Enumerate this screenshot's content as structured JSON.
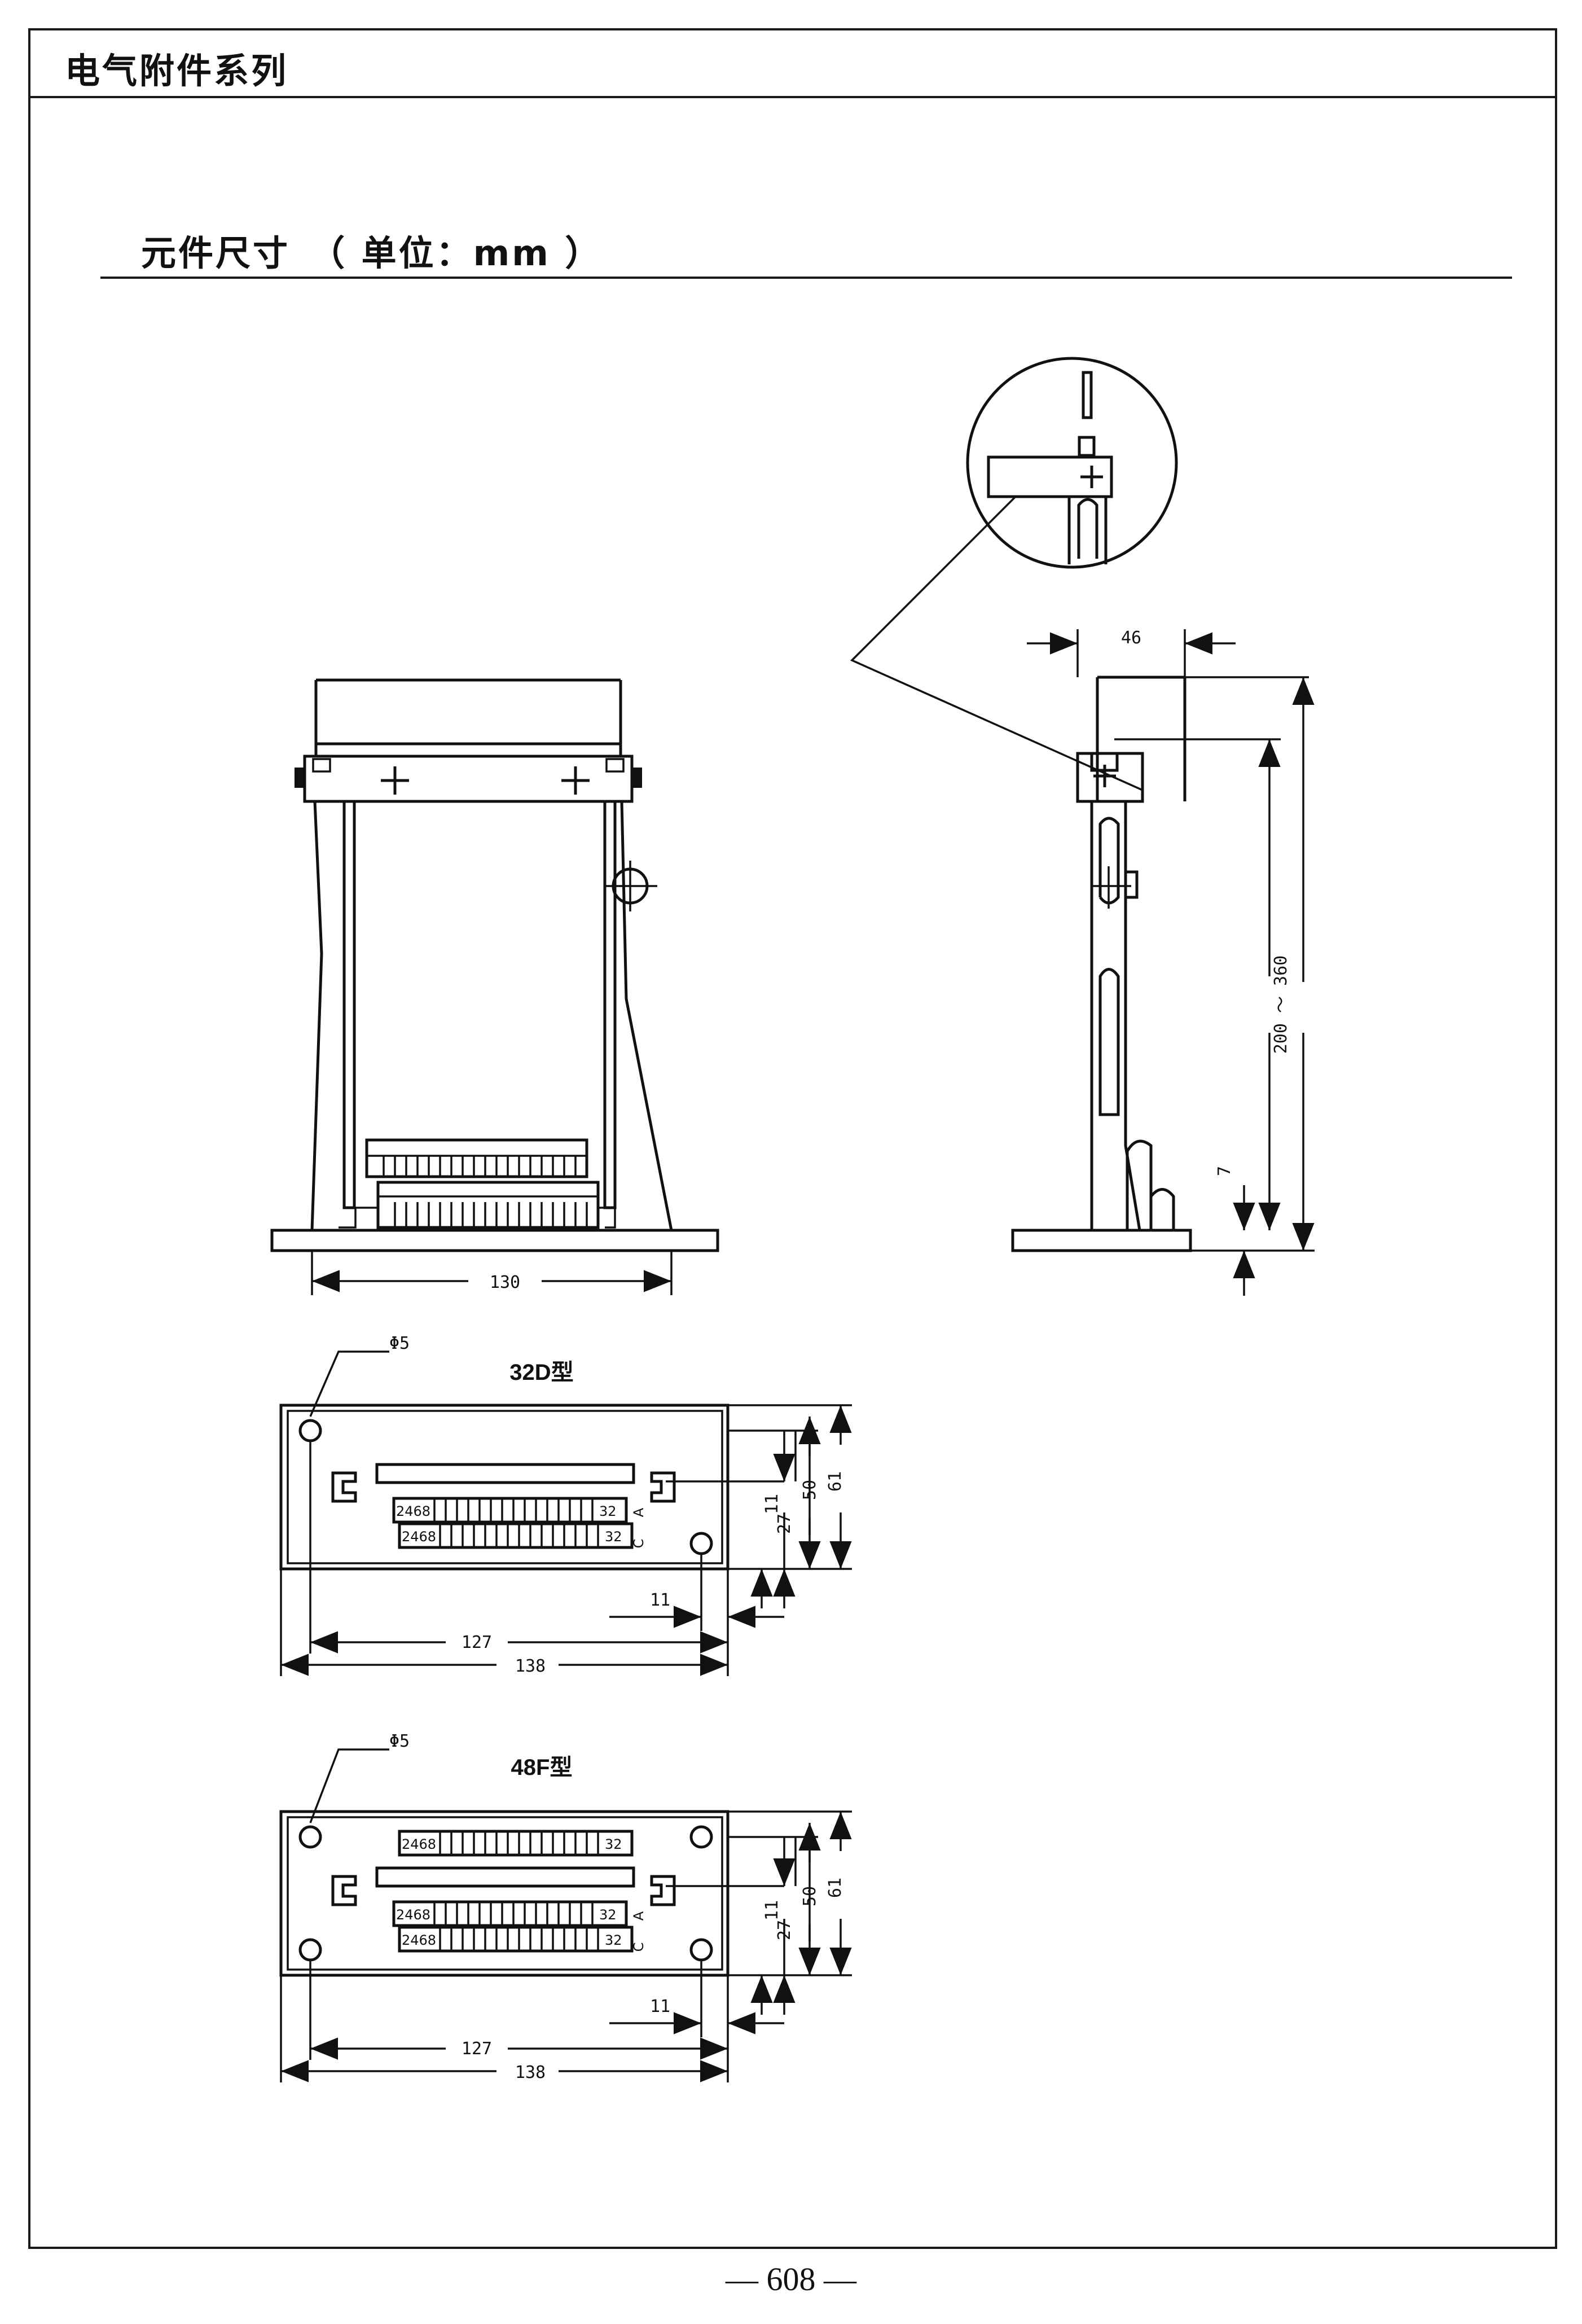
{
  "header": {
    "series_title": "电气附件系列"
  },
  "section": {
    "title": "元件尺寸　（ 单位：mm ）"
  },
  "front_view": {
    "width_dim": "130"
  },
  "side_view": {
    "top_width_dim": "46",
    "height_dim": "200 ～ 360",
    "bottom_dim": "7"
  },
  "panel_32d": {
    "model": "32D型",
    "hole_dim": "Φ5",
    "terminal_start": "2468",
    "terminal_end": "32",
    "row_label_a": "A",
    "row_label_c": "C",
    "dim_11_h": "11",
    "dim_127": "127",
    "dim_138": "138",
    "dim_11_v": "11",
    "dim_27": "27",
    "dim_50": "50",
    "dim_61": "61"
  },
  "panel_48f": {
    "model": "48F型",
    "hole_dim": "Φ5",
    "terminal_start": "2468",
    "terminal_end": "32",
    "row_label_a": "A",
    "row_label_c": "C",
    "dim_11_h": "11",
    "dim_127": "127",
    "dim_138": "138",
    "dim_11_v": "11",
    "dim_27": "27",
    "dim_50": "50",
    "dim_61": "61"
  },
  "footer": {
    "page_number": "— 608 —"
  }
}
